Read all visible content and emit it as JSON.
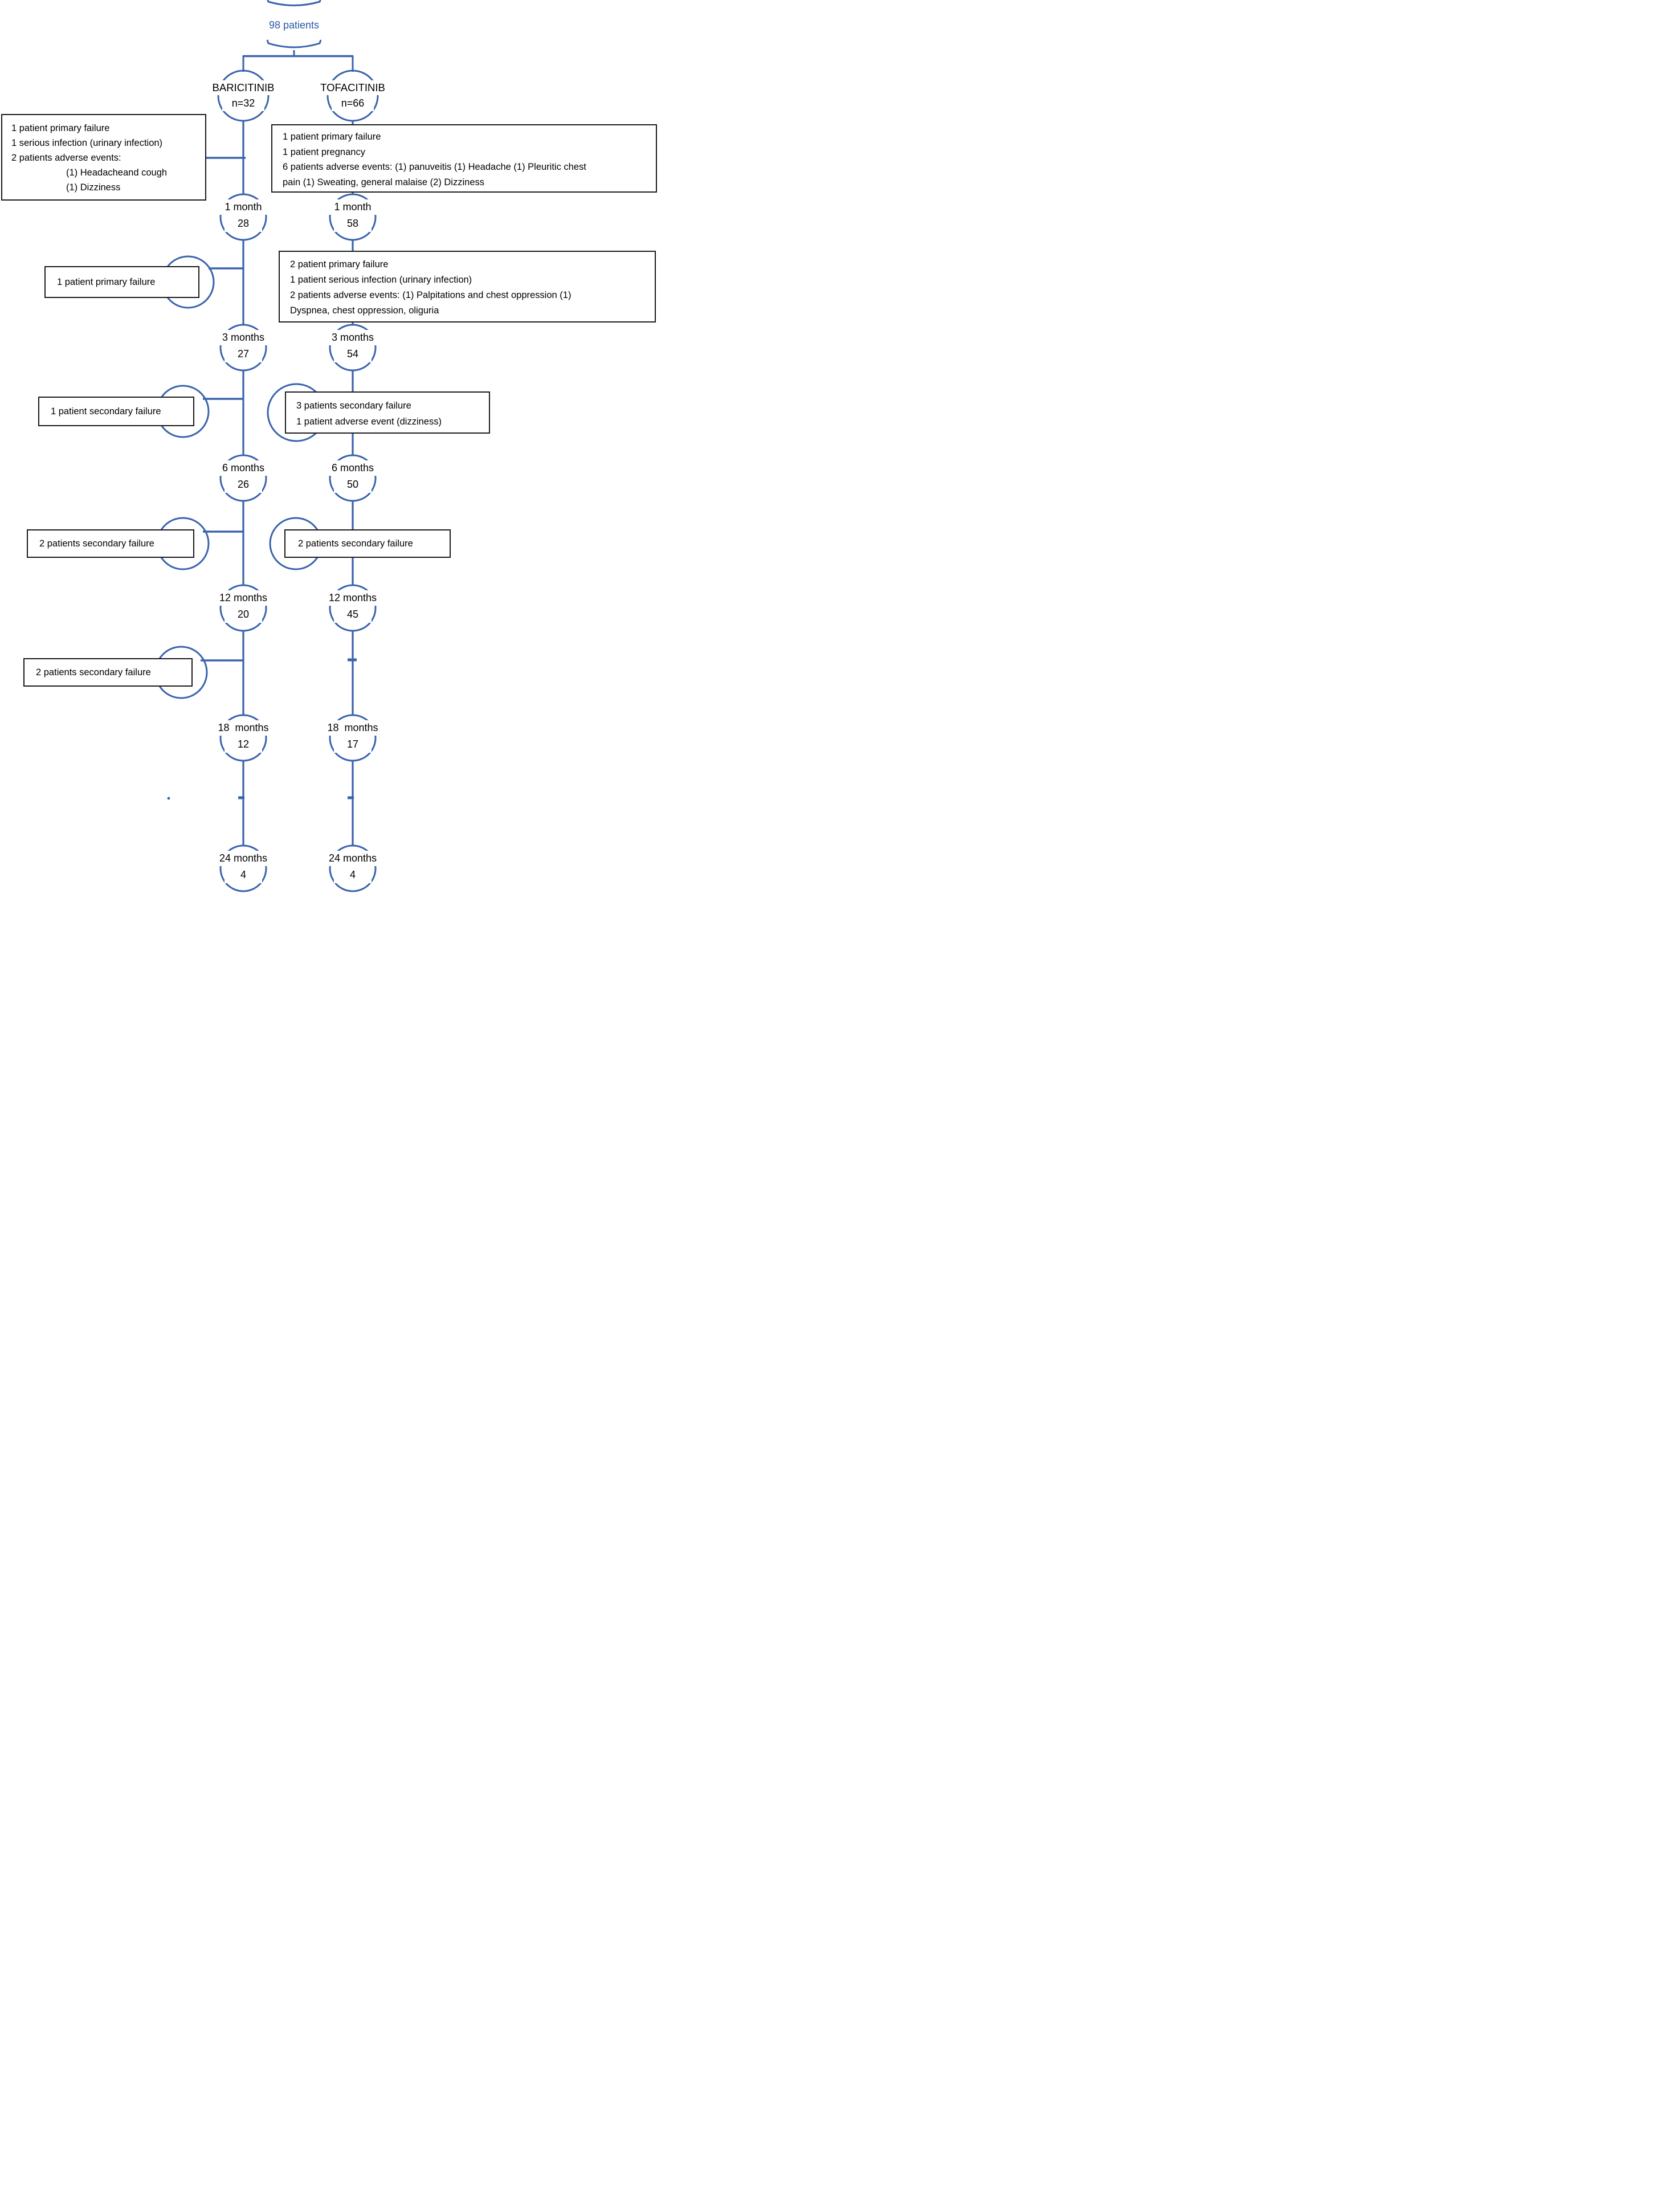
{
  "root": {
    "label": "98 patients"
  },
  "colors": {
    "line_blue": "#3A63AE",
    "root_text_blue": "#2B5AA6",
    "box_border": "#1B1B1B"
  },
  "arms": [
    {
      "name": "BARICITINIB",
      "n": "n=32",
      "milestones": [
        {
          "label": "1 month",
          "count": "28"
        },
        {
          "label": "3 months",
          "count": "27"
        },
        {
          "label": "6 months",
          "count": "26"
        },
        {
          "label": "12 months",
          "count": "20"
        },
        {
          "label": "18  months",
          "count": "12"
        },
        {
          "label": "24 months",
          "count": "4"
        }
      ]
    },
    {
      "name": "TOFACITINIB",
      "n": "n=66",
      "milestones": [
        {
          "label": "1 month",
          "count": "58"
        },
        {
          "label": "3 months",
          "count": "54"
        },
        {
          "label": "6 months",
          "count": "50"
        },
        {
          "label": "12 months",
          "count": "45"
        },
        {
          "label": "18  months",
          "count": "17"
        },
        {
          "label": "24 months",
          "count": "4"
        }
      ]
    }
  ],
  "dropout_boxes": {
    "bari_baseline": {
      "lines": [
        "1 patient primary failure",
        "1 serious infection (urinary infection)",
        "2 patients adverse events:",
        "(1) Headacheand cough",
        "(1) Dizziness"
      ]
    },
    "tofa_baseline": {
      "lines": [
        "1 patient primary failure",
        "1 patient pregnancy",
        "6 patients adverse events: (1) panuveitis (1) Headache (1) Pleuritic chest",
        "pain (1) Sweating, general malaise (2) Dizziness"
      ]
    },
    "bari_1_3": {
      "lines": [
        "1 patient primary failure"
      ]
    },
    "tofa_1_3": {
      "lines": [
        "2 patient primary failure",
        "1 patient serious infection (urinary infection)",
        "2 patients adverse events: (1) Palpitations and chest oppression (1)",
        "Dyspnea, chest oppression, oliguria"
      ]
    },
    "bari_3_6": {
      "lines": [
        "1 patient secondary failure"
      ]
    },
    "tofa_3_6": {
      "lines": [
        "3 patients secondary failure",
        "1 patient adverse event (dizziness)"
      ]
    },
    "bari_6_12": {
      "lines": [
        "2 patients secondary failure"
      ]
    },
    "tofa_6_12": {
      "lines": [
        "2 patients secondary failure"
      ]
    },
    "bari_12_18": {
      "lines": [
        "2 patients secondary failure"
      ]
    }
  }
}
